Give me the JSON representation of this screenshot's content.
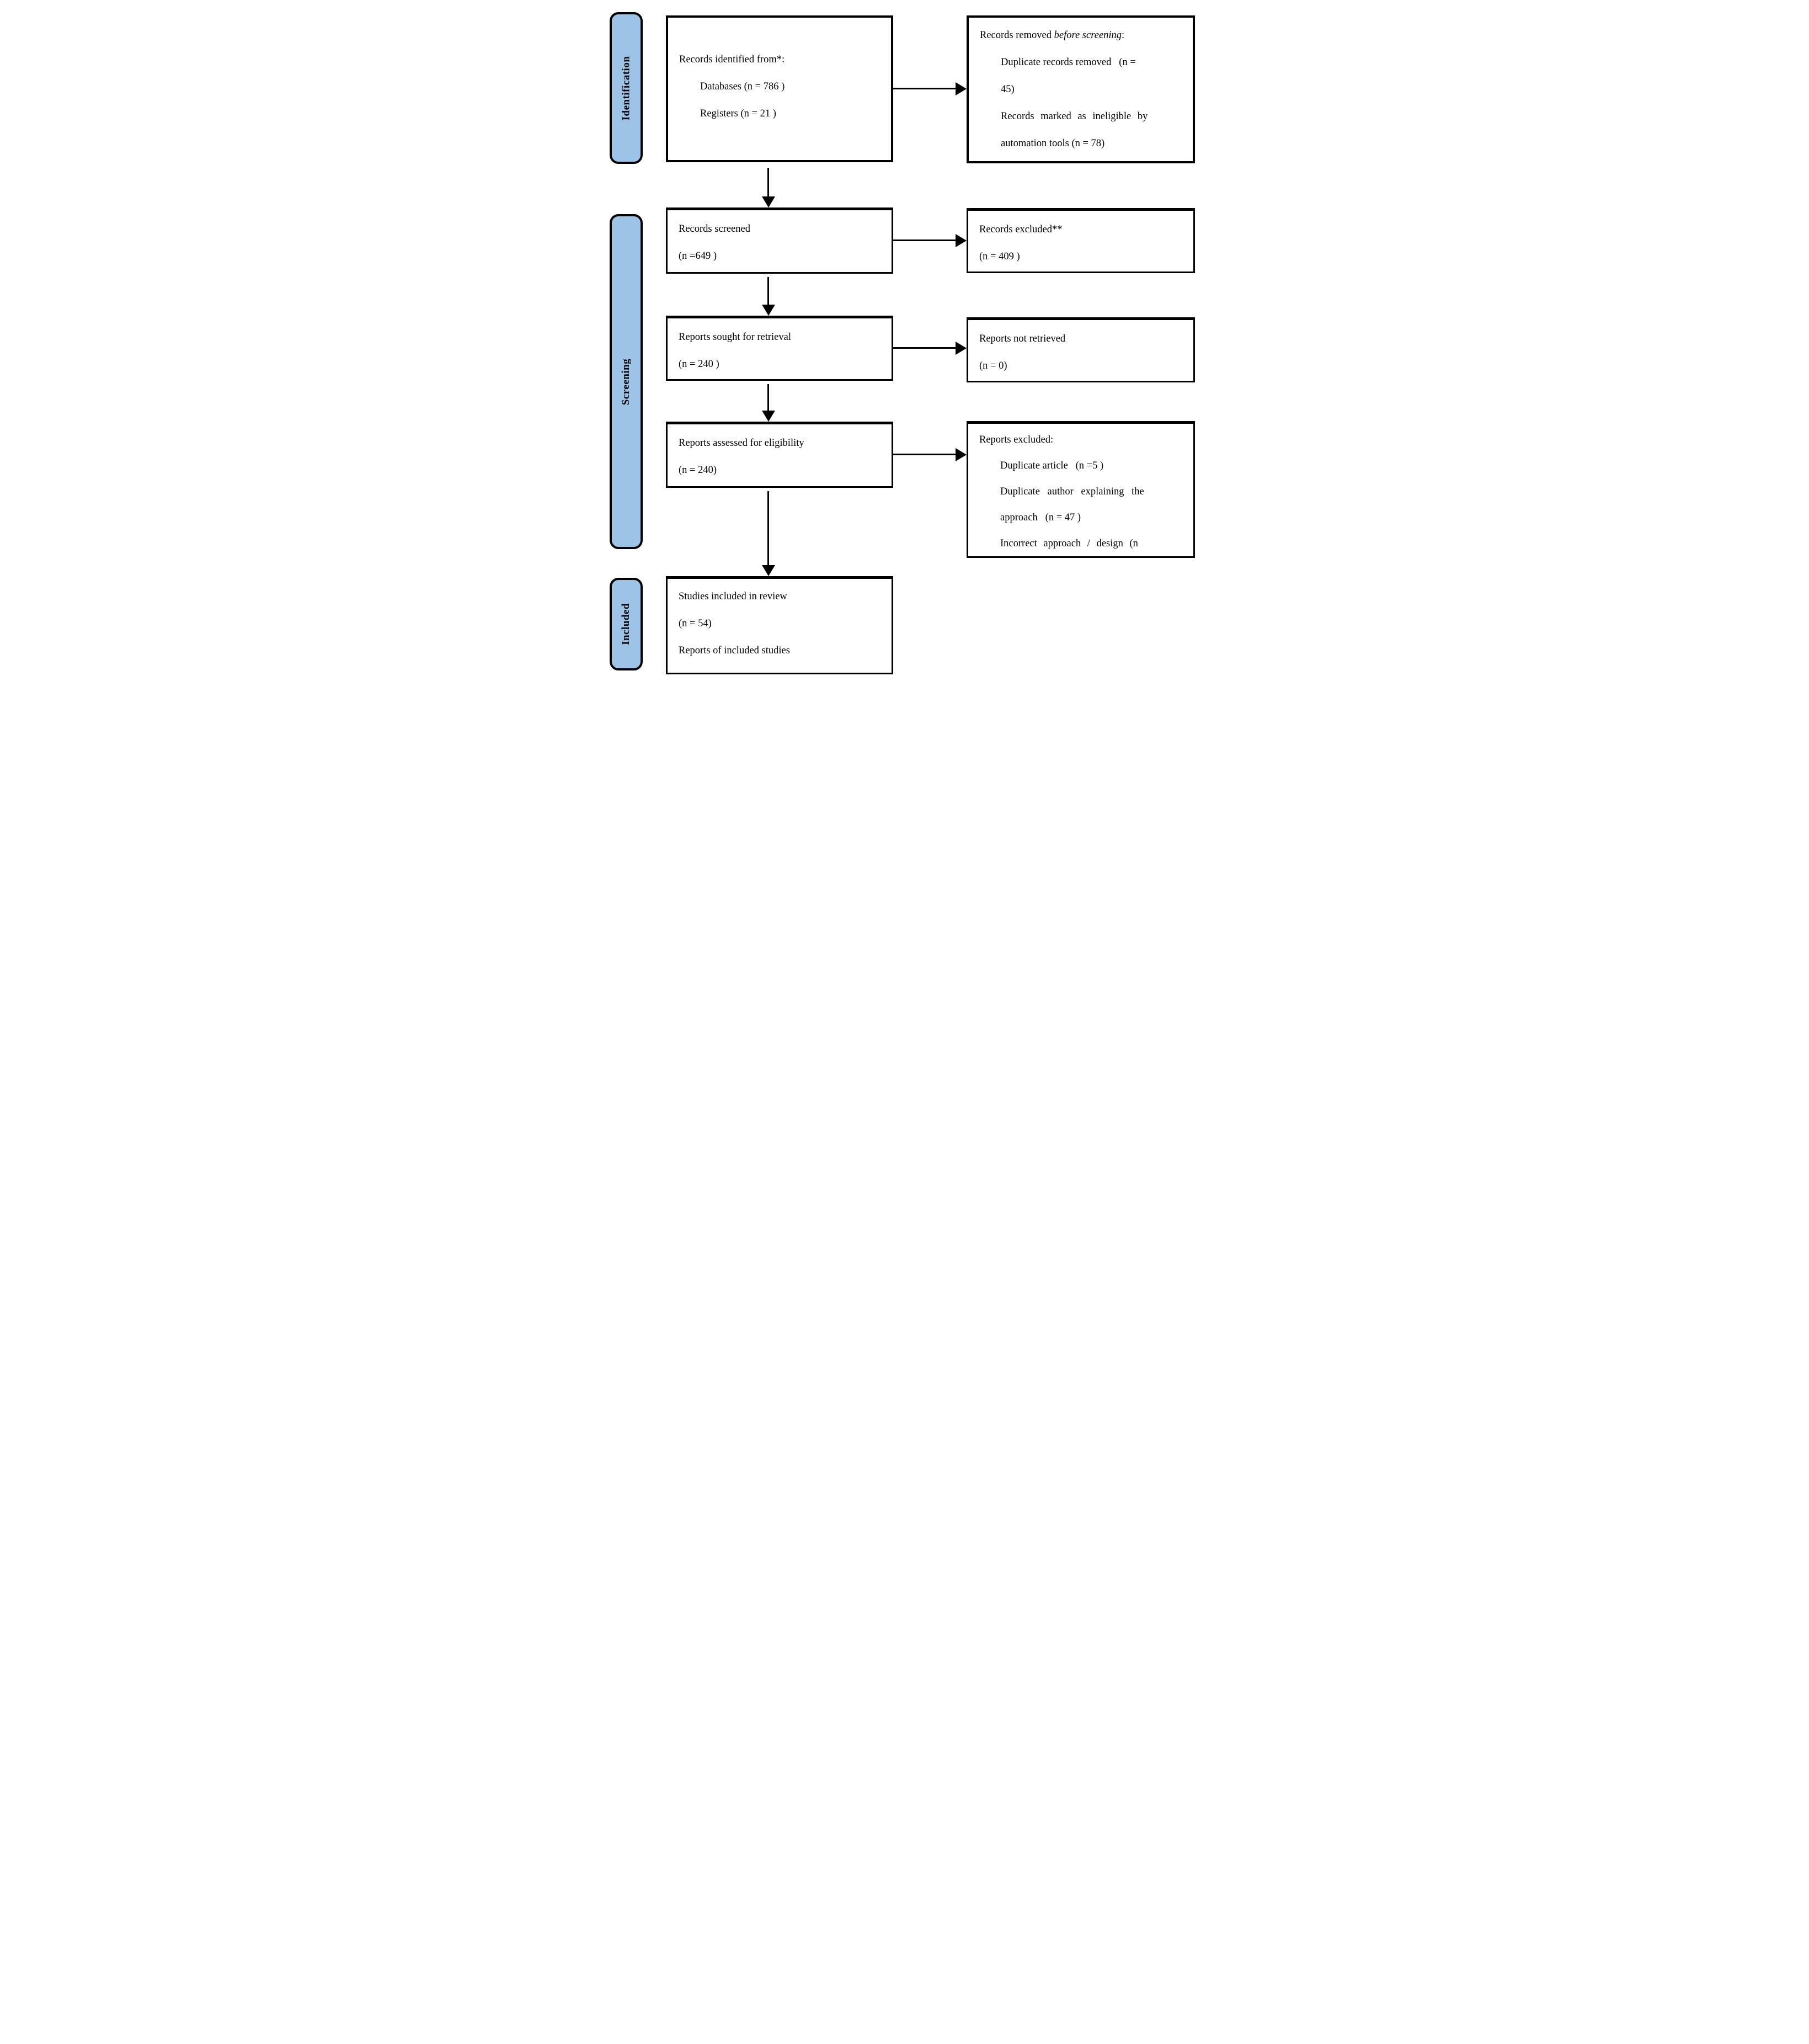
{
  "palette": {
    "sidebar_fill": "#9DC3E6",
    "line_color": "#000000",
    "background": "#FFFFFF"
  },
  "sidebar": [
    {
      "label": "Identification"
    },
    {
      "label": "Screening"
    },
    {
      "label": "Included"
    }
  ],
  "boxes": {
    "identified": {
      "lines": [
        "Records identified from*:",
        "Databases (n = 786 )",
        "Registers (n = 21 )"
      ]
    },
    "removed": {
      "title_prefix": "Records removed ",
      "title_italic": "before screening",
      "title_suffix": ":",
      "lines": [
        "Duplicate records removed   (n =",
        "45)",
        "Records marked as ineligible by",
        "automation tools (n = 78)"
      ]
    },
    "screened": {
      "lines": [
        "Records screened",
        "(n =649 )"
      ]
    },
    "excluded": {
      "lines": [
        "Records excluded**",
        "(n = 409 )"
      ]
    },
    "sought": {
      "lines": [
        "Reports sought for retrieval",
        "(n = 240 )"
      ]
    },
    "notretrieved": {
      "lines": [
        "Reports not retrieved",
        "(n = 0)"
      ]
    },
    "assessed": {
      "lines": [
        "Reports assessed for eligibility",
        "(n = 240)"
      ]
    },
    "reports_excluded": {
      "lines": [
        "Reports excluded:",
        "Duplicate article   (n =5 )",
        "Duplicate author explaining the",
        "approach   (n = 47 )",
        "Incorrect approach / design (n"
      ]
    },
    "included": {
      "lines": [
        "Studies included in review",
        "(n = 54)",
        "Reports of included studies"
      ]
    }
  }
}
